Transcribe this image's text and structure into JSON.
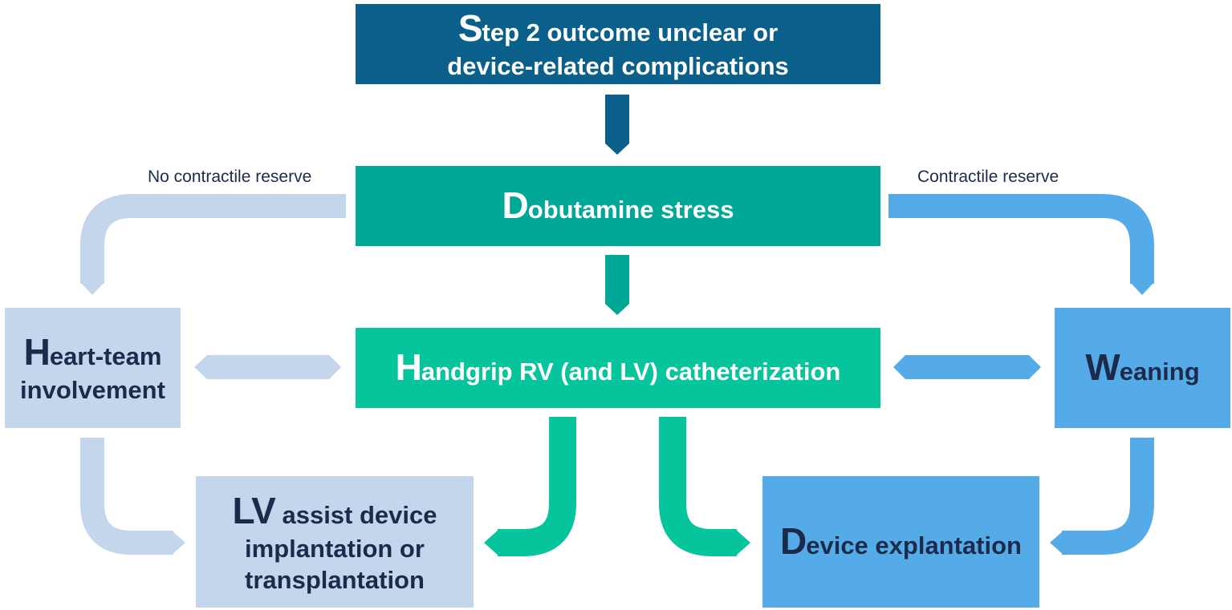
{
  "boxes": {
    "step2": {
      "cap": "S",
      "line1": "tep 2 outcome unclear or",
      "line2": "device-related complications"
    },
    "dobutamine": {
      "cap": "D",
      "text": "obutamine stress"
    },
    "handgrip": {
      "cap": "H",
      "text": "andgrip RV (and LV) catheterization"
    },
    "heart_team": {
      "cap": "H",
      "line1": "eart-team",
      "line2": "involvement"
    },
    "weaning": {
      "cap": "W",
      "text": "eaning"
    },
    "lvad": {
      "cap": "LV",
      "line1": " assist device",
      "line2": "implantation or",
      "line3": "transplantation"
    },
    "explantation": {
      "cap": "D",
      "text": "evice explantation"
    }
  },
  "labels": {
    "no_contractile_reserve": "No contractile reserve",
    "contractile_reserve": "Contractile reserve"
  },
  "colors": {
    "step2": "#0b5f8b",
    "dobutamine": "#02a897",
    "handgrip": "#06c49c",
    "light_blue": "#c3d6ec",
    "blue": "#55abe7",
    "text_dark": "#1c2b4c"
  }
}
